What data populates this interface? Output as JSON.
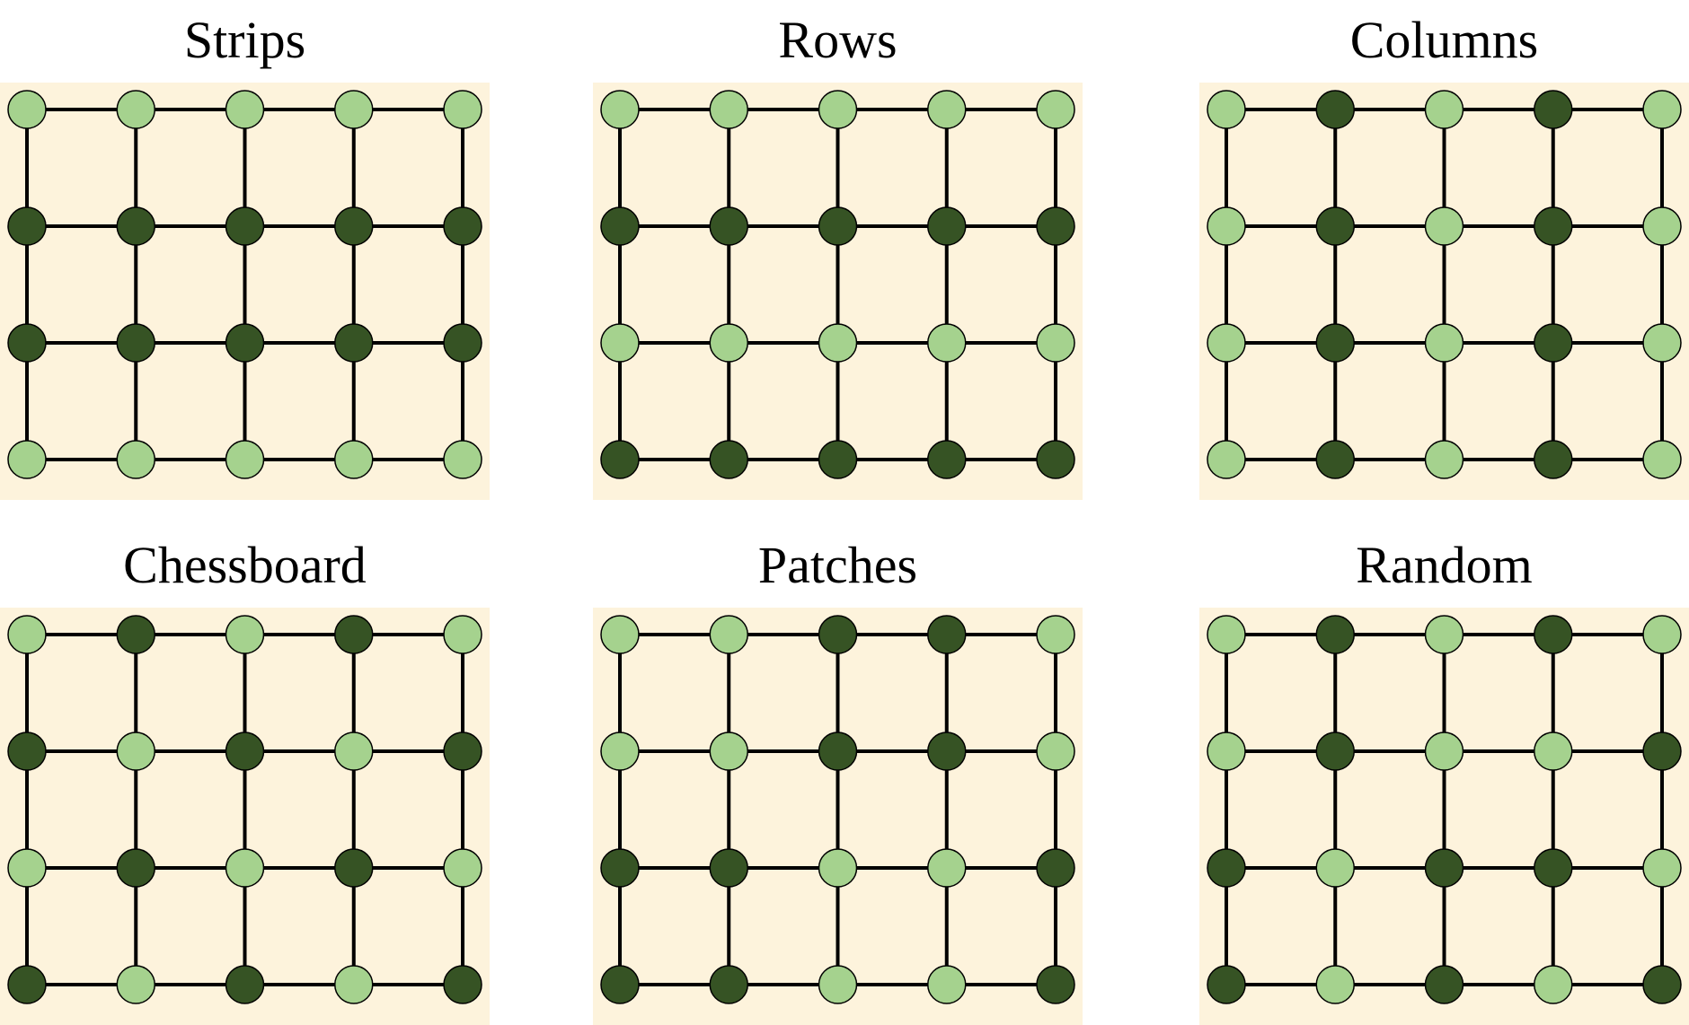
{
  "colors": {
    "background": "#fdf3dc",
    "edge": "#000000",
    "light_node": "#a5d28e",
    "dark_node": "#365324"
  },
  "node_encoding": {
    "L": "light",
    "D": "dark"
  },
  "panels": [
    {
      "title": "Strips",
      "grid": [
        "LLLLL",
        "DDDDD",
        "DDDDD",
        "LLLLL"
      ]
    },
    {
      "title": "Rows",
      "grid": [
        "LLLLL",
        "DDDDD",
        "LLLLL",
        "DDDDD"
      ]
    },
    {
      "title": "Columns",
      "grid": [
        "LDLDL",
        "LDLDL",
        "LDLDL",
        "LDLDL"
      ]
    },
    {
      "title": "Chessboard",
      "grid": [
        "LDLDL",
        "DLDLD",
        "LDLDL",
        "DLDLD"
      ]
    },
    {
      "title": "Patches",
      "grid": [
        "LLDDL",
        "LLDDL",
        "DDLLD",
        "DDLLD"
      ]
    },
    {
      "title": "Random",
      "grid": [
        "LDLDL",
        "LDLLD",
        "DLDDL",
        "DLDLD"
      ]
    }
  ]
}
